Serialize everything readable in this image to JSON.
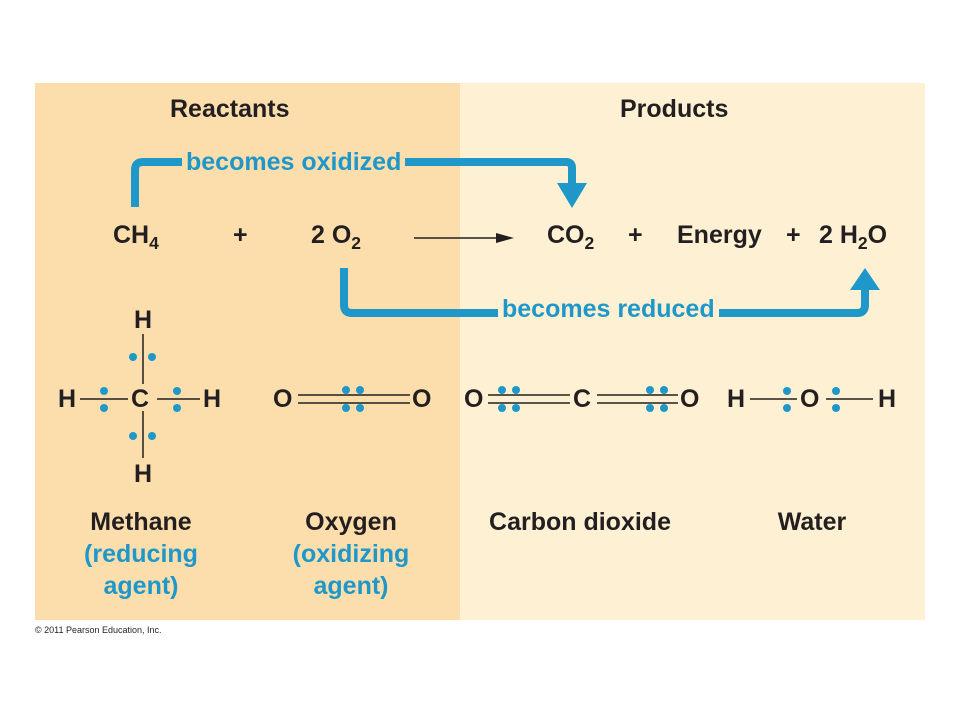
{
  "headers": {
    "reactants": "Reactants",
    "products": "Products"
  },
  "arrows": {
    "oxidized": "becomes oxidized",
    "reduced": "becomes reduced"
  },
  "equation": {
    "methane": {
      "base": "CH",
      "sub": "4"
    },
    "plus": "+",
    "oxygen": {
      "coef": "2 O",
      "sub": "2"
    },
    "co2": {
      "base": "CO",
      "sub": "2"
    },
    "energy": "Energy",
    "water": {
      "coef": "2 H",
      "sub": "2",
      "tail": "O"
    }
  },
  "atoms": {
    "H": "H",
    "C": "C",
    "O": "O"
  },
  "labels": {
    "methane": {
      "name": "Methane",
      "role_line1": "(reducing",
      "role_line2": "agent)"
    },
    "oxygen": {
      "name": "Oxygen",
      "role_line1": "(oxidizing",
      "role_line2": "agent)"
    },
    "co2": {
      "name": "Carbon dioxide"
    },
    "water": {
      "name": "Water"
    }
  },
  "colors": {
    "accent_blue": "#1f97c8",
    "reactant_bg": "#fbdeac",
    "product_bg": "#fdf0d3",
    "text": "#231f20"
  },
  "copyright": "© 2011 Pearson Education, Inc."
}
